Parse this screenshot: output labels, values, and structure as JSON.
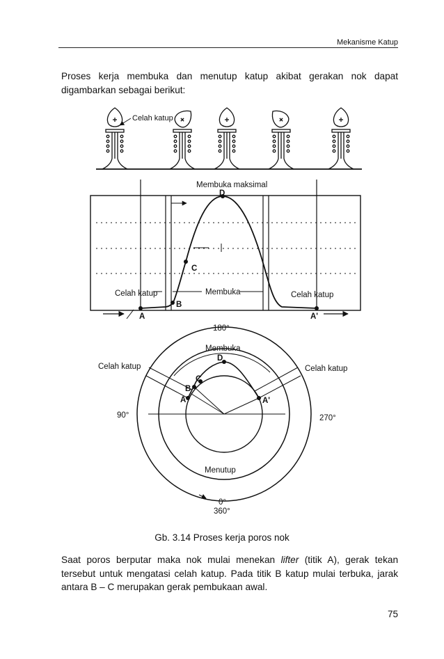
{
  "header": {
    "section": "Mekanisme Katup"
  },
  "intro": "Proses kerja membuka dan menutup katup akibat gerakan nok dapat digambarkan sebagai berikut:",
  "figure": {
    "top_label": "Celah katup",
    "graph": {
      "peak_label": "Membuka maksimal",
      "left_gap": "Celah katup",
      "middle": "Membuka",
      "right_gap": "Celah katup",
      "points": {
        "A": "A",
        "B": "B",
        "C": "C",
        "D": "D",
        "A2": "A'"
      }
    },
    "circle": {
      "top_angle": "180°",
      "left_angle": "90°",
      "right_angle": "270°",
      "bottom_angle_1": "0°",
      "bottom_angle_2": "360°",
      "open": "Membuka",
      "closed": "Menutup",
      "gap_left": "Celah katup",
      "gap_right": "Celah katup",
      "points": {
        "A": "A",
        "B": "B",
        "C": "C",
        "D": "D",
        "A2": "A'"
      }
    },
    "caption": "Gb. 3.14  Proses kerja poros nok"
  },
  "body_text": {
    "before_italic": "Saat poros berputar maka nok mulai menekan ",
    "italic": "lifter",
    "after_italic": " (titik A), gerak tekan tersebut untuk mengatasi celah katup. Pada titik B katup mulai terbuka, jarak antara B – C merupakan gerak pembukaan awal."
  },
  "page_number": "75"
}
